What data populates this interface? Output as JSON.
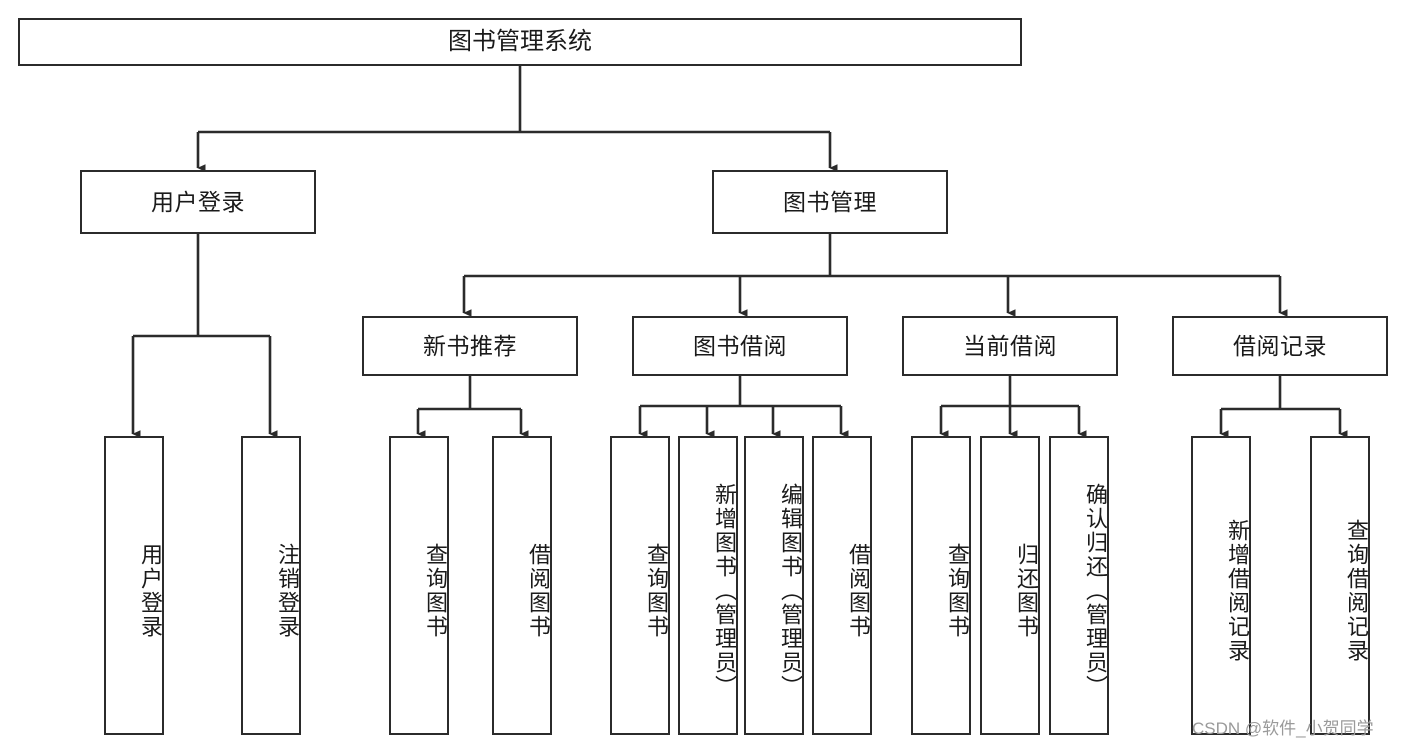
{
  "diagram": {
    "title": "图书管理系统",
    "type": "tree-hierarchy",
    "watermark": "CSDN @软件_小贺同学",
    "colors": {
      "box_border": "#2b2b2b",
      "box_fill": "#ffffff",
      "connector": "#2b2b2b",
      "text": "#1a1a1a",
      "watermark": "#9a9a9a",
      "background": "#ffffff"
    },
    "levels": {
      "level0": [
        {
          "id": "root",
          "label": "图书管理系统"
        }
      ],
      "level1": [
        {
          "id": "user-login",
          "label": "用户登录",
          "parent": "root"
        },
        {
          "id": "book-management",
          "label": "图书管理",
          "parent": "root"
        }
      ],
      "level2": [
        {
          "id": "new-book-recommend",
          "label": "新书推荐",
          "parent": "book-management"
        },
        {
          "id": "book-borrow",
          "label": "图书借阅",
          "parent": "book-management"
        },
        {
          "id": "current-borrow",
          "label": "当前借阅",
          "parent": "book-management"
        },
        {
          "id": "borrow-record",
          "label": "借阅记录",
          "parent": "book-management"
        }
      ],
      "level3": [
        {
          "id": "leaf-user-login",
          "label": "用户登录",
          "parent": "user-login"
        },
        {
          "id": "leaf-logout-login",
          "label": "注销登录",
          "parent": "user-login"
        },
        {
          "id": "leaf-query-book-1",
          "label": "查询图书",
          "parent": "new-book-recommend"
        },
        {
          "id": "leaf-borrow-book-1",
          "label": "借阅图书",
          "parent": "new-book-recommend"
        },
        {
          "id": "leaf-query-book-2",
          "label": "查询图书",
          "parent": "book-borrow"
        },
        {
          "id": "leaf-add-book",
          "label": "新增图书（管理员）",
          "parent": "book-borrow"
        },
        {
          "id": "leaf-edit-book",
          "label": "编辑图书（管理员）",
          "parent": "book-borrow"
        },
        {
          "id": "leaf-borrow-book-2",
          "label": "借阅图书",
          "parent": "book-borrow"
        },
        {
          "id": "leaf-query-book-3",
          "label": "查询图书",
          "parent": "current-borrow"
        },
        {
          "id": "leaf-return-book",
          "label": "归还图书",
          "parent": "current-borrow"
        },
        {
          "id": "leaf-confirm-return",
          "label": "确认归还（管理员）",
          "parent": "current-borrow"
        },
        {
          "id": "leaf-add-record",
          "label": "新增借阅记录",
          "parent": "borrow-record"
        },
        {
          "id": "leaf-query-record",
          "label": "查询借阅记录",
          "parent": "borrow-record"
        }
      ]
    }
  }
}
